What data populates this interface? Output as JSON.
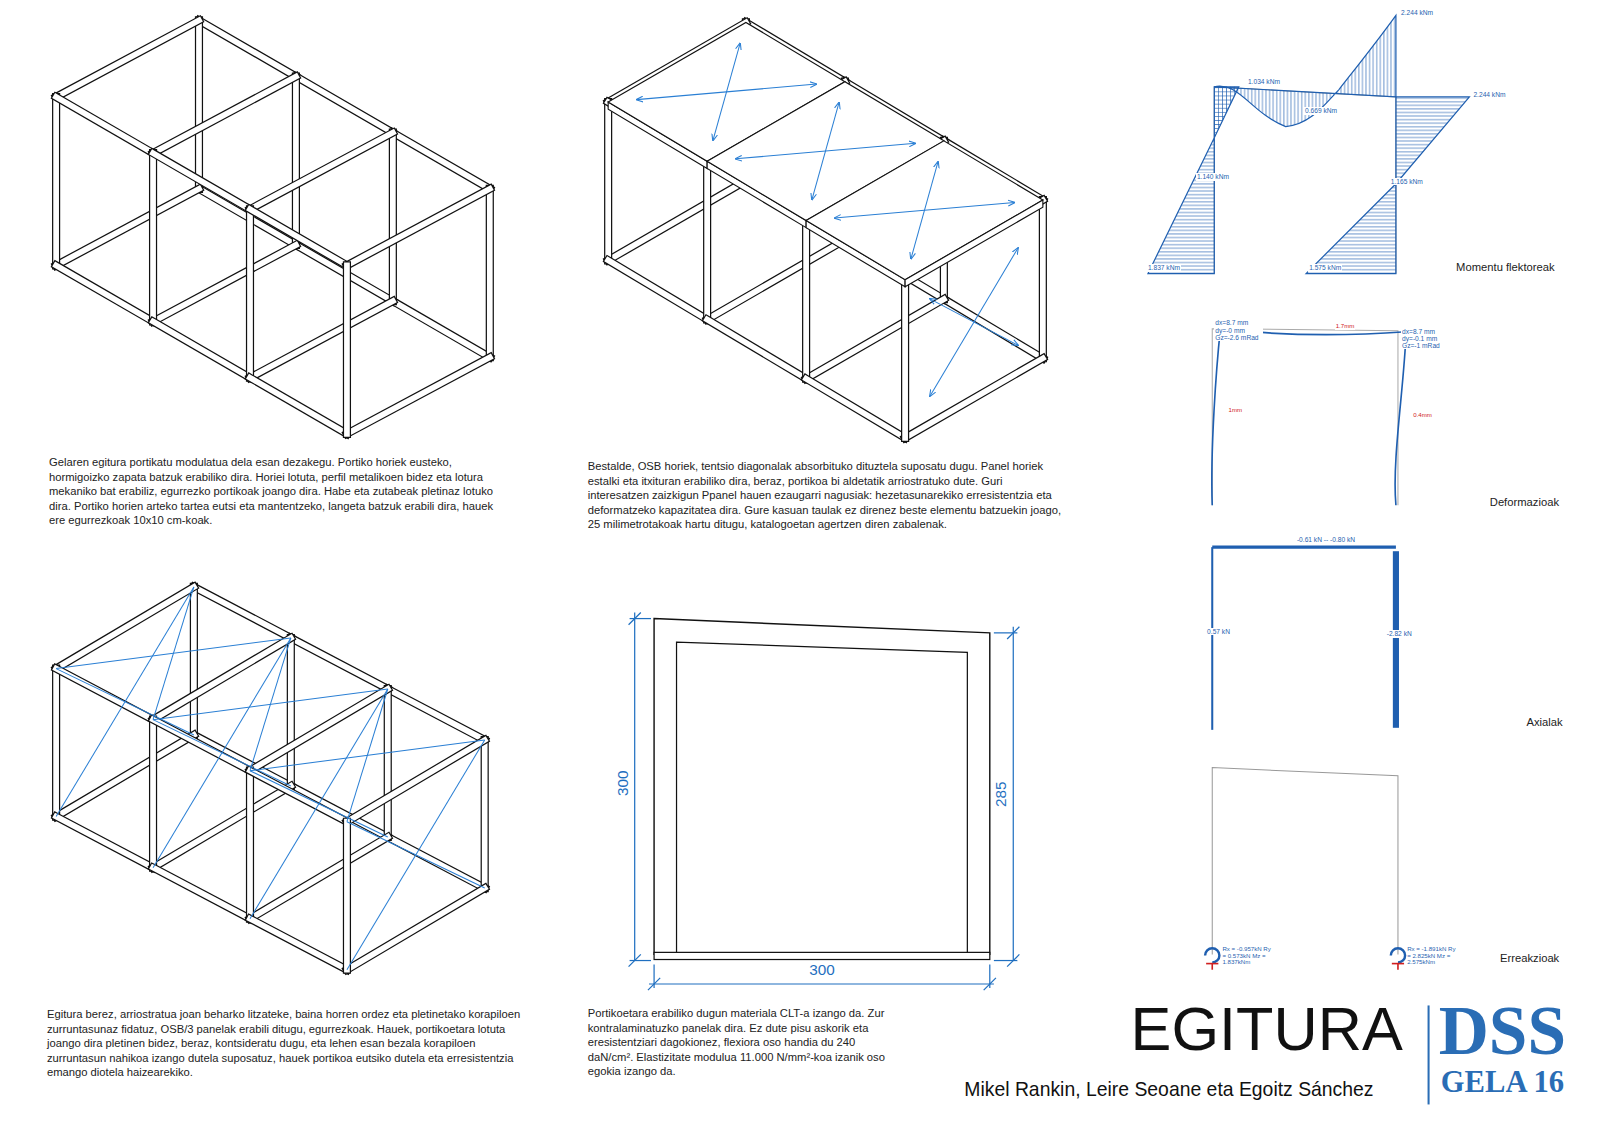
{
  "diagram": {
    "title": "EGITURA",
    "labels": [
      "Gelaren egitura portikatu modulatua dela esan dezakegu.  Portiko horiek eusteko, hormigoizko zapata batzuk erabiliko dira.  Horiei lotuta, perfil metalikoen bidez eta lotura mekaniko bat erabiliz, egurrezko portikoak joango dira.  Habe eta zutabeak pletinaz lotuko dira.  Portiko horien arteko tartea eutsi eta mantentzeko, langeta batzuk erabili dira, hauek ere egurrezkoak 10x10 cm-koak.",
      "Bestalde, OSB horiek, tentsio diagonalak absorbituko dituztela suposatu dugu.  Panel horiek estalki eta itxituran erabiliko dira, beraz, portikoa bi aldetatik arriostratuko dute.  Guri interesatzen zaizkigun Ppanel hauen ezaugarri nagusiak: hezetasunarekiko erresistentzia eta deformatzeko kapazitatea dira.  Gure kasuan taulak ez direnez beste elementu batzuekin joago, 25 milimetrotakoak hartu ditugu, katalogoetan agertzen diren zabalenak.",
      "2.244 kNm",
      "1.034 kNm",
      "2.244 kNm",
      "0.669 kNm",
      "1.140 kNm",
      "1.165 kNm",
      "1.837 kNm",
      "1.575 kNm",
      "Momentu flektoreak",
      "dx=8.7 mm dy=-0 mm Gz=-2.6 mRad",
      "1.7mm",
      "dx=8.7 mm dy=-0.1 mm Gz=-1 mRad",
      "1mm",
      "0.4mm",
      "Deformazioak",
      "-0.61 kN -- -0.80 kN",
      "0.57 kN",
      "-2.82 kN",
      "Axialak",
      "Rx = -0.957kN Ry = 0.573kN Mz = 1.837kNm",
      "Rx = -1.891kN Ry = 2.825kN Mz = 2.575kNm",
      "Erreakzioak",
      "Egitura berez, arriostratua joan beharko litzateke, baina horren ordez eta pletinetako korapiloen zurruntasunaz fidatuz, OSB/3 panelak erabili ditugu, egurrezkoak. Hauek, portikoetara lotuta joango dira pletinen bidez, beraz, kontsideratu dugu, eta lehen esan bezala korapiloen zurruntasun nahikoa izango dutela suposatuz, hauek portikoa eutsiko dutela eta erresistentzia emango diotela haizearekiko.",
      "300",
      "285",
      "300",
      "Portikoetara erabiliko dugun materiala CLT-a izango da. Zur kontralaminatuzko panelak dira.  Ez dute pisu askorik eta eresistentziari dagokionez, flexiora oso handia du 240 daN/cm².  Elastizitate modulua 11.000 N/mm²-koa izanik oso egokia izango da.",
      "Mikel Rankin, Leire Seoane eta Egoitz Sánchez",
      "DSS",
      "GELA 16"
    ]
  }
}
